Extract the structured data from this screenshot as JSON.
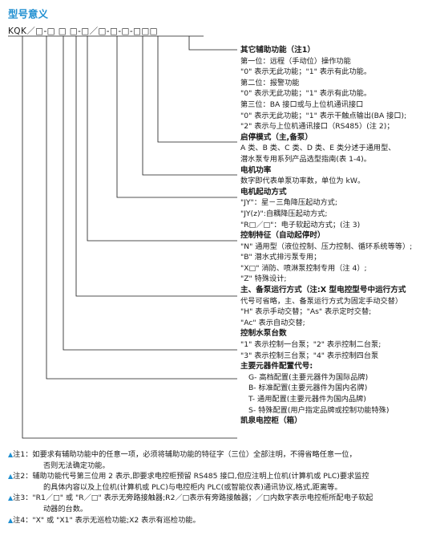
{
  "title": "型号意义",
  "code_string": "KQK／□-□ □ □-□／□-□-□-□□□",
  "lines": [
    {
      "text": "其它辅助功能（注1）",
      "head": true
    },
    {
      "text": "第一位：远程（手动位）操作功能"
    },
    {
      "text": "\"0\" 表示无此功能；\"1\" 表示有此功能。"
    },
    {
      "text": "第二位：报警功能"
    },
    {
      "text": "\"0\" 表示无此功能；\"1\" 表示有此功能。"
    },
    {
      "text": "第三位：BA 接口或与上位机通讯接口"
    },
    {
      "text": "\"0\" 表示无此功能；\"1\" 表示干触点输出(BA 接口);"
    },
    {
      "text": "\"2\" 表示与上位机通讯接口（RS485）(注 2)；"
    },
    {
      "text": "启停模式（主,备泵）",
      "head": true
    },
    {
      "text": "A 类、B 类、C 类、D 类、E 类分述于通用型、"
    },
    {
      "text": "潜水泵专用系列产品选型指南(表 1-4)。"
    },
    {
      "text": "电机功率",
      "head": true
    },
    {
      "text": "数字即代表单泵功率数，单位为 kW。"
    },
    {
      "text": "电机起动方式",
      "head": true
    },
    {
      "text": "\"JY\"：星－三角降压起动方式;"
    },
    {
      "text": "\"JY(z)\":自耦降压起动方式;"
    },
    {
      "text": "\"R□／□\"：电子软起动方式；(注 3)"
    },
    {
      "text": "控制特征（自动起停时）",
      "head": true
    },
    {
      "text": "\"N\" 通用型（液位控制、压力控制、循环系统等等）;"
    },
    {
      "text": "\"B\" 潜水式排污泵专用；"
    },
    {
      "text": "\"X□\" 消防、喷淋泵控制专用（注 4）;"
    },
    {
      "text": "\"Z\" 特殊设计;"
    },
    {
      "text": "主、备泵运行方式（注:X 型电控型号中运行方式",
      "head": true
    },
    {
      "text": "代号可省略，主、备泵运行方式为固定手动交替）"
    },
    {
      "text": "\"H\" 表示手动交替；\"As\" 表示定时交替;"
    },
    {
      "text": "\"Ac\" 表示自动交替;"
    },
    {
      "text": "控制水泵台数",
      "head": true
    },
    {
      "text": "\"1\" 表示控制一台泵；\"2\" 表示控制二台泵;"
    },
    {
      "text": "\"3\" 表示控制三台泵；\"4\" 表示控制四台泵"
    },
    {
      "text": "主要元器件配置代号:",
      "head": true
    },
    {
      "text": "G- 高档配置(主要元器件为国际品牌)",
      "indent": true
    },
    {
      "text": "B- 标准配置(主要元器件为国内名牌)",
      "indent": true
    },
    {
      "text": "T- 通用配置(主要元器件为国内品牌)",
      "indent": true
    },
    {
      "text": "S- 特殊配置(用户指定品牌或控制功能特殊)",
      "indent": true
    },
    {
      "text": "凯泉电控柜（箱）",
      "head": true
    }
  ],
  "notes": [
    {
      "label": "注1：",
      "text": "如要求有辅助功能中的任意一项，必须将辅助功能的特征字（三位）全部注明，不得省略任意一位，"
    },
    {
      "label": "",
      "text": "否则无法确定功能。",
      "cont": true
    },
    {
      "label": "注2：",
      "text": "辅助功能代号第三位用 2 表示,即要求电控柜预留 RS485 接口,但应注明上位机(计算机或 PLC)要求监控"
    },
    {
      "label": "",
      "text": "的具体内容以及上位机(计算机或 PLC)与电控柜内 PLC(或智能仪表)通讯协议,格式,距离等。",
      "cont": true
    },
    {
      "label": "注3：",
      "text": "\"R1／□\" 或 \"R／□\" 表示无旁路接触器;R2／□表示有旁路接触器；／□内数字表示电控柜所配电子软起"
    },
    {
      "label": "",
      "text": "动器的台数。",
      "cont": true
    },
    {
      "label": "注4：",
      "text": "\"X\" 或 \"X1\" 表示无巡检功能;X2 表示有巡检功能。"
    }
  ],
  "colors": {
    "accent": "#1f8fd1",
    "text": "#1a1a1a"
  }
}
